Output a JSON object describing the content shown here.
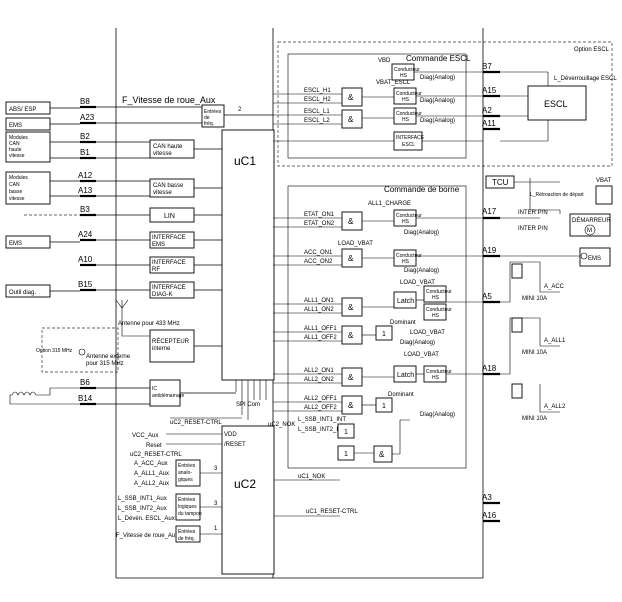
{
  "left_inputs": {
    "abs": "ABS/ ESP",
    "ems1": "EMS",
    "mod_hs": "Modules CAN haute vitesse",
    "mod_ls": "Modules CAN basse vitesse",
    "ems2": "EMS",
    "outil": "Outil diag.",
    "opt315": "Option 315 MHz"
  },
  "connectors": {
    "b8": "B8",
    "a23": "A23",
    "b2": "B2",
    "b1": "B1",
    "a12": "A12",
    "a13": "A13",
    "b3": "B3",
    "a24": "A24",
    "a10": "A10",
    "b15": "B15",
    "b6": "B6",
    "b14": "B14"
  },
  "uc1": {
    "title": "uC1",
    "blocks": {
      "freq": "Entrées de fréq.",
      "can_hs": "CAN haute vitesse",
      "can_ls": "CAN basse vitesse",
      "lin": "LIN",
      "if_ems": "INTERFACE EMS",
      "if_rf": "INTERFACE RF",
      "if_diag": "INTERFACE DIAG-K",
      "recepteur": "RÉCEPTEUR interne",
      "antidem": "IC antidémarrage"
    },
    "labels": {
      "f_vitesse": "F_Vitesse de roue_Aux",
      "two": "2",
      "antenne": "Antenne pour 433 MHz",
      "ant_ext": "Antenne externe pour 315 MHz",
      "spi": "SPI Com",
      "reset_ctrl": "uC2_RESET-CTRL",
      "nok": "uC2_NOK"
    }
  },
  "uc2": {
    "title": "uC2",
    "vdd": "VDD",
    "reset": "/RESET",
    "inputs": {
      "vcc": "VCC_Aux",
      "reset": "Reset",
      "reset_ctrl": "uC2_RESET-CTRL",
      "acc": "A_ACC_Aux",
      "all1": "A_ALL1_Aux",
      "all2": "A_ALL2_Aux",
      "ssb1": "L_SSB_INT1_Aux",
      "ssb2": "L_SSB_INT2_Aux",
      "devn": "L_Dévén. ESCL_Aux",
      "fvit": "F_Vitesse de roue_Aux"
    },
    "blocks": {
      "analog": "Entrées analo-giques",
      "logic": "Entrées logiques du tampon",
      "freq": "Entrées de fréq."
    },
    "counts": {
      "three_a": "3",
      "three_b": "3",
      "one": "1"
    },
    "outputs": {
      "nok": "uC1_NOK",
      "reset_ctrl": "uC1_RESET-CTRL"
    }
  },
  "escl": {
    "option": "Option ESCL",
    "title": "Commande ESCL",
    "vbd": "VBD",
    "vbat": "VBAT_ESCL",
    "conducteur": "Conducteur HS",
    "diag": "Diag(Analog)",
    "signals": {
      "h1": "ESCL_H1",
      "h2": "ESCL_H2",
      "l1": "ESCL_L1",
      "l2": "ESCL_L2"
    },
    "and": "&",
    "interface": "INTERFACE ESCL",
    "device": "ESCL",
    "unlock": "L_Déverrouillage ESCL"
  },
  "borne": {
    "title": "Commande de borne",
    "all1_charge": "ALL1_CHARGE",
    "load_vbat": "LOAD_VBAT",
    "signals": {
      "etat1": "ETAT_ON1",
      "etat2": "ETAT_ON2",
      "acc1": "ACC_ON1",
      "acc2": "ACC_ON2",
      "all1_on1": "ALL1_ON1",
      "all1_on2": "ALL1_ON2",
      "all1_off1": "ALL1_OFF1",
      "all1_off2": "ALL1_OFF2",
      "all2_on1": "ALL2_ON1",
      "all2_on2": "ALL2_ON2",
      "all2_off1": "ALL2_OFF1",
      "all2_off2": "ALL2_OFF2",
      "ssb1": "L_SSB_INT1_INT",
      "ssb2": "L_SSB_INT2_INT"
    },
    "latch": "Latch",
    "dominant": "Dominant",
    "one": "1",
    "and": "&",
    "conducteur": "Conducteur HS",
    "diag": "Diag(Analog)"
  },
  "pins": {
    "b7": "B7",
    "a15": "A15",
    "a2": "A2",
    "a11": "A11",
    "a17": "A17",
    "a19": "A19",
    "a5": "A5",
    "a18": "A18",
    "a3": "A3",
    "a16": "A16"
  },
  "right": {
    "tcu": "TCU",
    "vbat": "VBAT",
    "retro": "L_Rétroaction de départ",
    "inter1": "INTER P/N",
    "inter2": "INTER P/N",
    "demarreur": "DÉMARREUR",
    "m": "M",
    "ems": "EMS",
    "a_acc": "A_ACC",
    "mini1": "MINI 10A",
    "a_all1": "A_ALL1",
    "mini2": "MINI 10A",
    "a_all2": "A_ALL2",
    "mini3": "MINI 10A"
  }
}
